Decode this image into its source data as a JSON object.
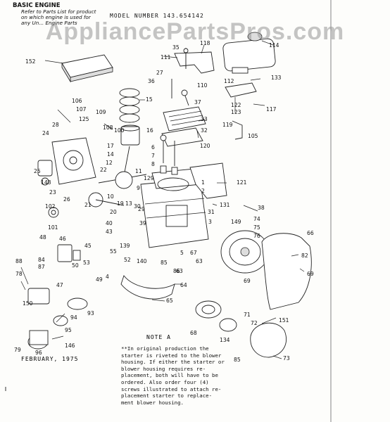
{
  "header": {
    "title": "BASIC ENGINE",
    "ref_lines": [
      "Refer to Parts List for product",
      "on which engine is used for",
      "any Un... Engine Parts"
    ],
    "model": "MODEL NUMBER 143.654142"
  },
  "watermark": "AppliancePartsPros.com",
  "footer": {
    "date": "FEBRUARY, 1975",
    "note_title": "NOTE A",
    "note_lines": [
      "**In original production the",
      "starter is riveted to the blower",
      "housing. If either the starter or",
      "blower housing requires re-",
      "placement, both will have to be",
      "ordered. Also order four (4)",
      "screws illustrated to attach re-",
      "placement starter to replace-",
      "ment blower housing."
    ]
  },
  "part_numbers": {
    "p35": "35",
    "p118": "118",
    "p114": "114",
    "p152": "152",
    "p111": "111",
    "p133": "133",
    "p27": "27",
    "p36": "36",
    "p110": "110",
    "p37": "37",
    "p106": "106",
    "p107": "107",
    "p109": "109",
    "p15": "15",
    "p33": "33",
    "p32": "32",
    "p112": "112",
    "p122": "122",
    "p123": "123",
    "p117": "117",
    "p119": "119",
    "p105": "105",
    "p125": "125",
    "p108": "108",
    "p24": "24",
    "p28": "28",
    "p16": "16",
    "p17": "17",
    "p14": "14",
    "p12": "12",
    "p6": "6",
    "p7": "7",
    "p8": "8",
    "p120": "120",
    "p25": "25",
    "p148": "148",
    "p23": "23",
    "p26": "26",
    "p22": "22",
    "p11": "11",
    "p129": "129",
    "p121": "121",
    "p1": "1",
    "p2": "2",
    "p9": "9",
    "p21": "21",
    "p10": "10",
    "p102": "102",
    "p101": "101",
    "p20": "20",
    "p131": "131",
    "p31": "31",
    "p3": "3",
    "p38": "38",
    "p74": "74",
    "p75": "75",
    "p76": "76",
    "p66": "66",
    "p149": "149",
    "p40": "40",
    "p43": "43",
    "p139": "139",
    "p48": "48",
    "p46": "46",
    "p45": "45",
    "p84": "84",
    "p87": "87",
    "p88": "88",
    "p78": "78",
    "p50": "50",
    "p53": "53",
    "p55": "55",
    "p52": "52",
    "p140": "140",
    "p85": "85",
    "p63": "63",
    "p67": "67",
    "p69": "69",
    "p82": "82",
    "p47": "47",
    "p4": "4",
    "p49": "49",
    "p64": "64",
    "p150": "150",
    "p65": "65",
    "p93": "93",
    "p94": "94",
    "p95": "95",
    "p68": "68",
    "p134": "134",
    "p71": "71",
    "p72": "72",
    "p151": "151",
    "p79": "79",
    "p96": "96",
    "p146": "146",
    "p73": "73",
    "p85b": "85",
    "p19": "19",
    "p13": "13",
    "p30": "30",
    "p39": "39",
    "p5": "5",
    "p100": "100",
    "p29": "29",
    "p86": "86"
  }
}
